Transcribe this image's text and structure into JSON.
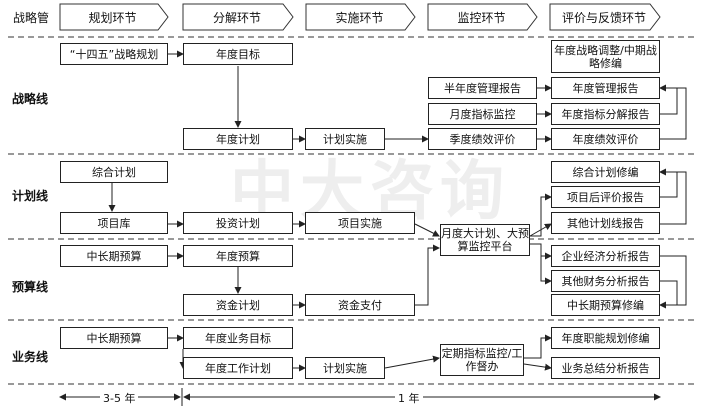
{
  "watermark": "中大咨询",
  "header": {
    "row_title": "战略管",
    "phases": [
      "规划环节",
      "分解环节",
      "实施环节",
      "监控环节",
      "评价与反馈环节"
    ]
  },
  "lanes": {
    "strategy": "战略线",
    "plan": "计划线",
    "budget": "预算线",
    "business": "业务线"
  },
  "boxes": {
    "plan_145": "“十四五”战略规划",
    "annual_goal": "年度目标",
    "strat_adjust": "年度战略调整/中期战略修编",
    "half_year_report": "半年度管理报告",
    "annual_mgmt_report": "年度管理报告",
    "monthly_monitor": "月度指标监控",
    "annual_indicator_report": "年度指标分解报告",
    "annual_plan": "年度计划",
    "plan_impl": "计划实施",
    "quarter_eval": "季度绩效评价",
    "annual_eval": "年度绩效评价",
    "comp_plan": "综合计划",
    "comp_plan_rev": "综合计划修编",
    "post_eval": "项目后评价报告",
    "project_lib": "项目库",
    "invest_plan": "投资计划",
    "project_impl": "项目实施",
    "monitor_platform": "月度大计划、大预算监控平台",
    "other_plan_report": "其他计划线报告",
    "mid_budget": "中长期预算",
    "annual_budget": "年度预算",
    "enterprise_report": "企业经济分析报告",
    "other_fin_report": "其他财务分析报告",
    "fund_plan": "资金计划",
    "fund_pay": "资金支付",
    "mid_budget_rev": "中长期预算修编",
    "mid_budget_biz": "中长期预算",
    "biz_goal": "年度业务目标",
    "func_plan_rev": "年度职能规划修编",
    "work_plan": "年度工作计划",
    "biz_plan_impl": "计划实施",
    "periodic_monitor": "定期指标监控/工作督办",
    "biz_summary": "业务总结分析报告"
  },
  "timeline": {
    "left": "3-5 年",
    "right": "1 年"
  }
}
